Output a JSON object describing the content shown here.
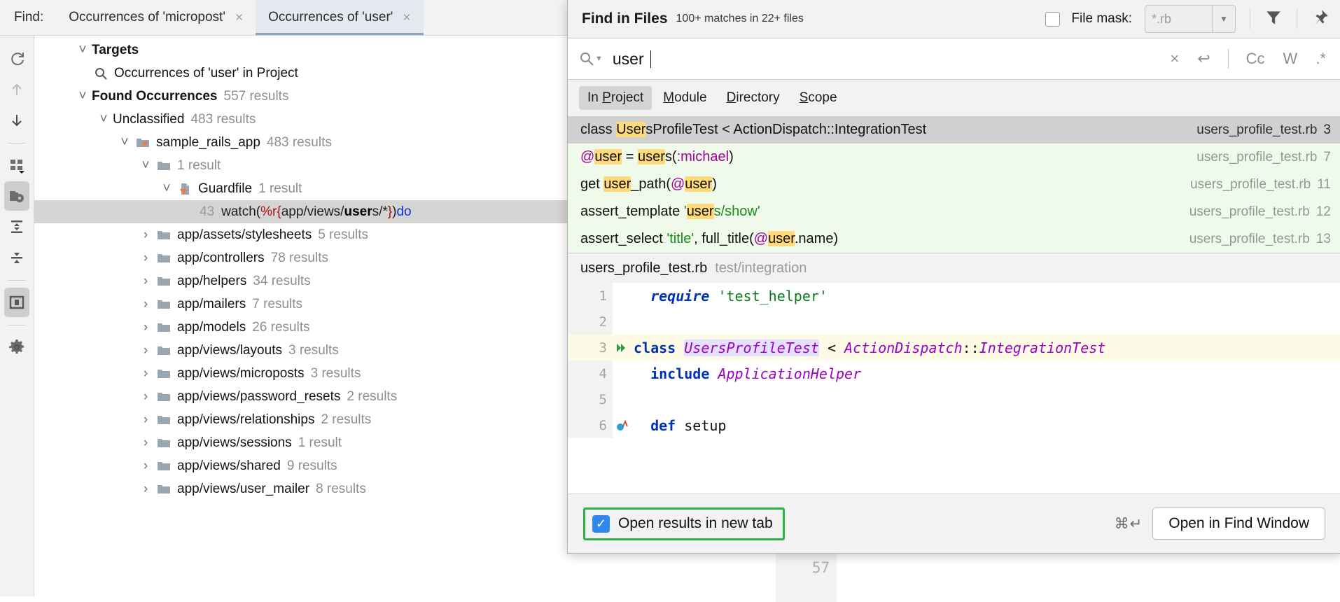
{
  "tabstrip": {
    "find_label": "Find:",
    "tabs": [
      {
        "label": "Occurrences of 'micropost'",
        "close": "×",
        "active": false
      },
      {
        "label": "Occurrences of 'user'",
        "close": "×",
        "active": true
      }
    ]
  },
  "toolbar": {
    "buttons": [
      {
        "name": "rerun-search-icon",
        "title": "Rerun Search"
      },
      {
        "name": "previous-occurrence-icon",
        "title": "Previous Occurrence"
      },
      {
        "name": "next-occurrence-icon",
        "title": "Next Occurrence"
      },
      {
        "name": "group-by-icon",
        "title": "Group By"
      },
      {
        "name": "open-in-file-structure-icon",
        "title": "Open In"
      },
      {
        "name": "expand-all-icon",
        "title": "Expand All"
      },
      {
        "name": "collapse-all-icon",
        "title": "Collapse All"
      },
      {
        "name": "preview-pane-icon",
        "title": "Preview"
      },
      {
        "name": "settings-gear-icon",
        "title": "Settings"
      }
    ]
  },
  "tree": {
    "rows": [
      {
        "indent": 0,
        "arrow": "down",
        "icon": "none",
        "name": "Targets",
        "bold": true,
        "count": ""
      },
      {
        "indent": 1,
        "arrow": "none",
        "icon": "search",
        "name": "Occurrences of 'user' in Project",
        "bold": false,
        "count": ""
      },
      {
        "indent": 0,
        "arrow": "down",
        "icon": "none",
        "name": "Found Occurrences",
        "bold": true,
        "count": "557 results"
      },
      {
        "indent": 1,
        "arrow": "down",
        "icon": "none",
        "name": "Unclassified",
        "bold": false,
        "count": "483 results"
      },
      {
        "indent": 2,
        "arrow": "down",
        "icon": "module",
        "name": "sample_rails_app",
        "bold": false,
        "count": "483 results"
      },
      {
        "indent": 3,
        "arrow": "down",
        "icon": "folder",
        "name": "",
        "bold": false,
        "count": "1 result"
      },
      {
        "indent": 4,
        "arrow": "down",
        "icon": "file",
        "name": "Guardfile",
        "bold": false,
        "count": "1 result"
      },
      {
        "indent": 5,
        "arrow": "none",
        "icon": "none",
        "name": "",
        "bold": false,
        "count": "",
        "match": true,
        "line": "43",
        "code_pre": "watch(",
        "code_red1": "%r{",
        "code_mid1": "app/views/",
        "code_hl": "user",
        "code_mid2": "s/*",
        "code_red2": "}",
        "code_post": ") ",
        "code_kw": "do"
      },
      {
        "indent": 3,
        "arrow": "right",
        "icon": "folder",
        "name": "app/assets/stylesheets",
        "bold": false,
        "count": "5 results"
      },
      {
        "indent": 3,
        "arrow": "right",
        "icon": "folder",
        "name": "app/controllers",
        "bold": false,
        "count": "78 results"
      },
      {
        "indent": 3,
        "arrow": "right",
        "icon": "folder",
        "name": "app/helpers",
        "bold": false,
        "count": "34 results"
      },
      {
        "indent": 3,
        "arrow": "right",
        "icon": "folder",
        "name": "app/mailers",
        "bold": false,
        "count": "7 results"
      },
      {
        "indent": 3,
        "arrow": "right",
        "icon": "folder",
        "name": "app/models",
        "bold": false,
        "count": "26 results"
      },
      {
        "indent": 3,
        "arrow": "right",
        "icon": "folder",
        "name": "app/views/layouts",
        "bold": false,
        "count": "3 results"
      },
      {
        "indent": 3,
        "arrow": "right",
        "icon": "folder",
        "name": "app/views/microposts",
        "bold": false,
        "count": "3 results"
      },
      {
        "indent": 3,
        "arrow": "right",
        "icon": "folder",
        "name": "app/views/password_resets",
        "bold": false,
        "count": "2 results"
      },
      {
        "indent": 3,
        "arrow": "right",
        "icon": "folder",
        "name": "app/views/relationships",
        "bold": false,
        "count": "2 results"
      },
      {
        "indent": 3,
        "arrow": "right",
        "icon": "folder",
        "name": "app/views/sessions",
        "bold": false,
        "count": "1 result"
      },
      {
        "indent": 3,
        "arrow": "right",
        "icon": "folder",
        "name": "app/views/shared",
        "bold": false,
        "count": "9 results"
      },
      {
        "indent": 3,
        "arrow": "right",
        "icon": "folder",
        "name": "app/views/user_mailer",
        "bold": false,
        "count": "8 results"
      }
    ]
  },
  "popup": {
    "title": "Find in Files",
    "subtitle": "100+ matches in 22+ files",
    "file_mask_label": "File mask:",
    "file_mask_value": "*.rb",
    "filter_icon": "filter-icon",
    "pin_icon": "pin-icon",
    "search": {
      "value": "user",
      "clear_icon": "×",
      "history_icon": "↩",
      "opt_case": "Cc",
      "opt_words": "W",
      "opt_regex": ".*"
    },
    "scopes": [
      {
        "label_pre": "In ",
        "mnemonic": "P",
        "label_post": "roject",
        "active": true
      },
      {
        "label_pre": "",
        "mnemonic": "M",
        "label_post": "odule",
        "active": false
      },
      {
        "label_pre": "",
        "mnemonic": "D",
        "label_post": "irectory",
        "active": false
      },
      {
        "label_pre": "",
        "mnemonic": "S",
        "label_post": "cope",
        "active": false
      }
    ],
    "results": [
      {
        "selected": true,
        "segments": [
          {
            "t": "class ",
            "k": "plain"
          },
          {
            "t": "User",
            "k": "mark"
          },
          {
            "t": "sProfileTest < ActionDispatch::IntegrationTest",
            "k": "plain"
          }
        ],
        "file": "users_profile_test.rb",
        "line": "3"
      },
      {
        "selected": false,
        "segments": [
          {
            "t": "@",
            "k": "purple"
          },
          {
            "t": "user",
            "k": "mark"
          },
          {
            "t": " = ",
            "k": "plain"
          },
          {
            "t": "user",
            "k": "mark"
          },
          {
            "t": "s(",
            "k": "plain"
          },
          {
            "t": ":michael",
            "k": "purple"
          },
          {
            "t": ")",
            "k": "plain"
          }
        ],
        "file": "users_profile_test.rb",
        "line": "7"
      },
      {
        "selected": false,
        "segments": [
          {
            "t": "get ",
            "k": "plain"
          },
          {
            "t": "user",
            "k": "mark"
          },
          {
            "t": "_path(",
            "k": "plain"
          },
          {
            "t": "@",
            "k": "purple"
          },
          {
            "t": "user",
            "k": "mark"
          },
          {
            "t": ")",
            "k": "plain"
          }
        ],
        "file": "users_profile_test.rb",
        "line": "11"
      },
      {
        "selected": false,
        "segments": [
          {
            "t": "assert_template ",
            "k": "plain"
          },
          {
            "t": "'",
            "k": "green-t"
          },
          {
            "t": "user",
            "k": "mark"
          },
          {
            "t": "s/show'",
            "k": "green-t"
          }
        ],
        "file": "users_profile_test.rb",
        "line": "12"
      },
      {
        "selected": false,
        "segments": [
          {
            "t": "assert_select ",
            "k": "plain"
          },
          {
            "t": "'title'",
            "k": "green-t"
          },
          {
            "t": ", full_title(",
            "k": "plain"
          },
          {
            "t": "@",
            "k": "purple"
          },
          {
            "t": "user",
            "k": "mark"
          },
          {
            "t": ".name)",
            "k": "plain"
          }
        ],
        "file": "users_profile_test.rb",
        "line": "13"
      }
    ],
    "preview": {
      "file_name": "users_profile_test.rb",
      "file_dir": "test/integration",
      "lines": [
        {
          "no": "1",
          "gutter_icon": "none",
          "highlight": false,
          "segments": [
            {
              "t": "  ",
              "k": "plain"
            },
            {
              "t": "require",
              "k": "kw-italic"
            },
            {
              "t": " ",
              "k": "plain"
            },
            {
              "t": "'test_helper'",
              "k": "str"
            }
          ]
        },
        {
          "no": "2",
          "gutter_icon": "none",
          "highlight": false,
          "segments": []
        },
        {
          "no": "3",
          "gutter_icon": "run",
          "highlight": true,
          "segments": [
            {
              "t": "class ",
              "k": "kw"
            },
            {
              "t": "UsersProfileTest",
              "k": "cls-sel"
            },
            {
              "t": " < ",
              "k": "plain"
            },
            {
              "t": "ActionDispatch",
              "k": "cls"
            },
            {
              "t": "::",
              "k": "plain"
            },
            {
              "t": "IntegrationTest",
              "k": "cls"
            }
          ]
        },
        {
          "no": "4",
          "gutter_icon": "none",
          "highlight": false,
          "segments": [
            {
              "t": "  ",
              "k": "plain"
            },
            {
              "t": "include",
              "k": "kw"
            },
            {
              "t": " ",
              "k": "plain"
            },
            {
              "t": "ApplicationHelper",
              "k": "cls"
            }
          ]
        },
        {
          "no": "5",
          "gutter_icon": "none",
          "highlight": false,
          "segments": []
        },
        {
          "no": "6",
          "gutter_icon": "override",
          "highlight": false,
          "segments": [
            {
              "t": "  ",
              "k": "plain"
            },
            {
              "t": "def ",
              "k": "kw"
            },
            {
              "t": "setup",
              "k": "plain"
            }
          ]
        }
      ]
    },
    "bottom": {
      "checkbox_label": "Open results in new tab",
      "checkbox_checked": true,
      "check_glyph": "✓",
      "shortcut": "⌘↵",
      "open_button": "Open in Find Window"
    }
  },
  "behind_editor": {
    "line_number": "57"
  },
  "colors": {
    "accent_blue": "#2f88ec",
    "highlight_green": "#28b342",
    "match_yellow": "#ffd97a",
    "selection_grey": "#d4d4d4"
  }
}
